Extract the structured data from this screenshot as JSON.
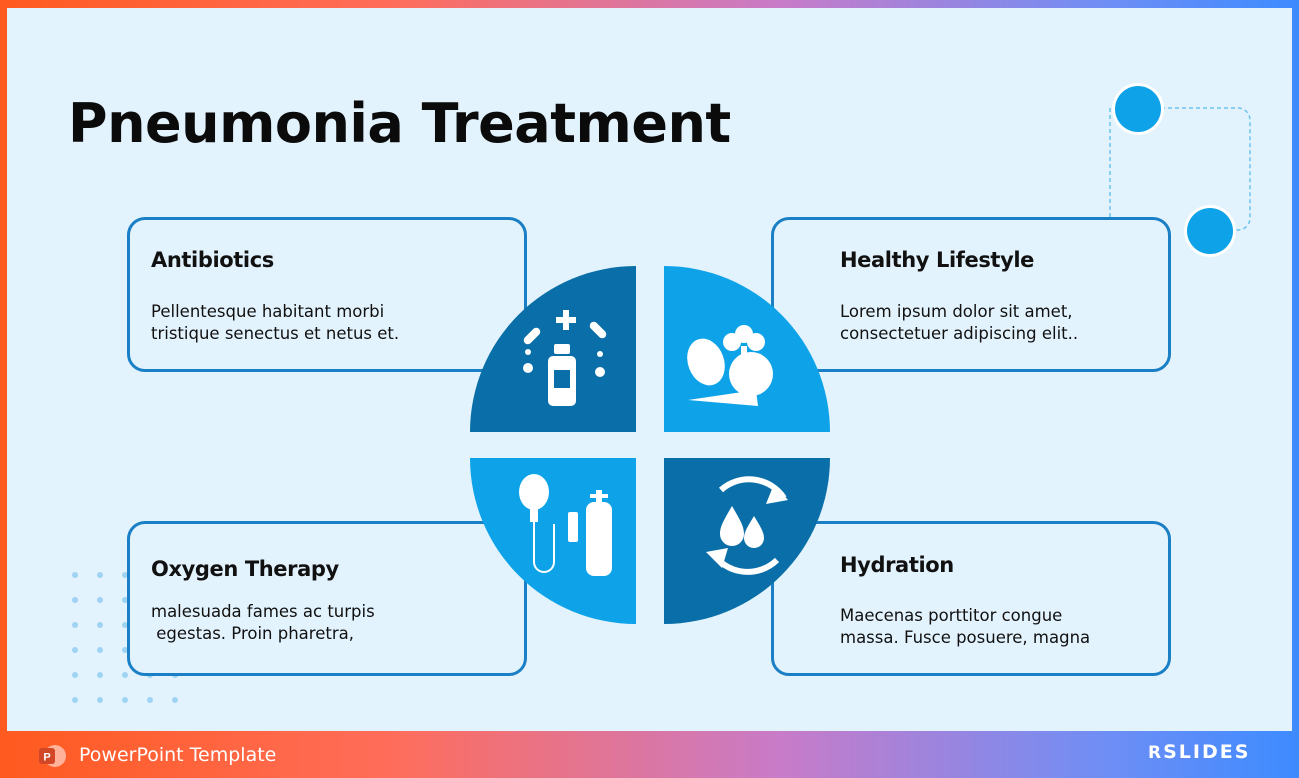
{
  "slide": {
    "title": "Pneumonia Treatment"
  },
  "cards": [
    {
      "title": "Antibiotics",
      "text": "Pellentesque habitant morbi\ntristique senectus et netus et.",
      "icon": "medicine-bottle-icon"
    },
    {
      "title": "Healthy Lifestyle",
      "text": "Lorem ipsum dolor sit amet,\nconsectetuer adipiscing elit..",
      "icon": "vegetables-icon"
    },
    {
      "title": "Oxygen Therapy",
      "text": "malesuada fames ac turpis\n egestas. Proin pharetra,",
      "icon": "oxygen-tank-icon"
    },
    {
      "title": "Hydration",
      "text": "Maecenas porttitor congue\nmassa. Fusce posuere, magna",
      "icon": "water-drops-icon"
    }
  ],
  "footer": {
    "label": "PowerPoint Template",
    "brand": "SLIDES",
    "brand_prefix": "R"
  },
  "colors": {
    "dark_blue": "#0a6fa8",
    "light_blue": "#0ea3e8",
    "card_border": "#1a7fc4",
    "background": "#e3f3fd"
  }
}
